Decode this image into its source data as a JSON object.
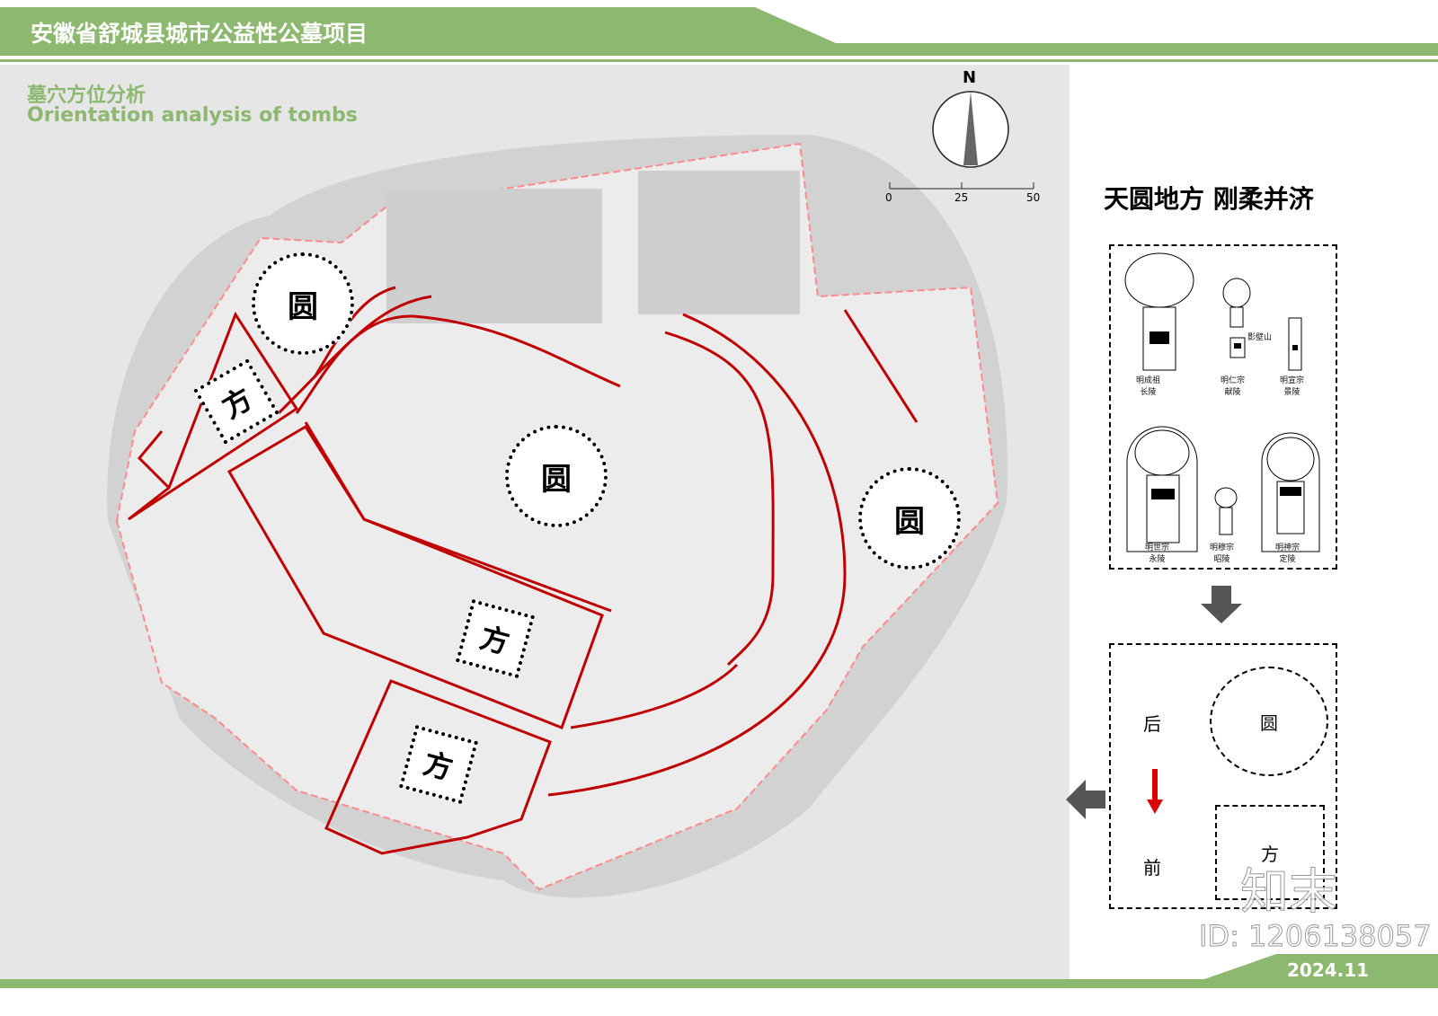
{
  "header": {
    "title": "安徽省舒城县城市公益性公墓项目",
    "accent": "#8cb870"
  },
  "section": {
    "title_cn": "墓穴方位分析",
    "title_en": "Orientation analysis of tombs",
    "color": "#8cb870"
  },
  "compass": {
    "north": "N"
  },
  "scale": {
    "ticks": [
      "0",
      "25",
      "50"
    ]
  },
  "map_labels": {
    "round": "圆",
    "square": "方",
    "boundary_color": "#c00000"
  },
  "panel": {
    "heading": "天圆地方 刚柔并济",
    "tombs": [
      {
        "name": "明成祖",
        "tomb": "长陵"
      },
      {
        "name": "明仁宗",
        "tomb": "献陵"
      },
      {
        "name": "明宣宗",
        "tomb": "景陵"
      },
      {
        "name": "明世宗",
        "tomb": "永陵"
      },
      {
        "name": "明穆宗",
        "tomb": "昭陵"
      },
      {
        "name": "明神宗",
        "tomb": "定陵"
      }
    ],
    "screen_hill": "影壁山",
    "schema": {
      "back": "后",
      "front": "前",
      "round": "圆",
      "square": "方"
    }
  },
  "footer": {
    "date": "2024.11"
  },
  "watermark": {
    "brand": "知末",
    "id": "ID: 1206138057"
  }
}
